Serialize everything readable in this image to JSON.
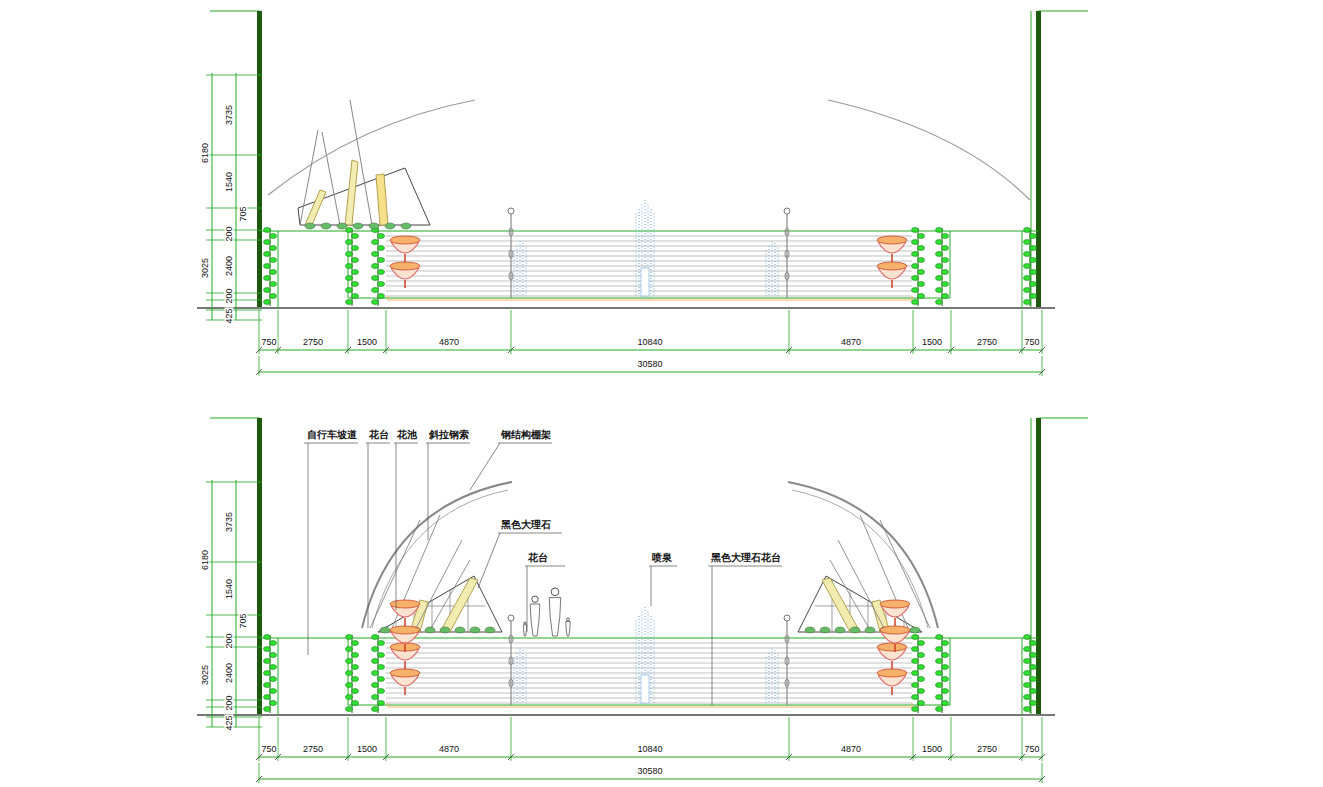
{
  "diagram": {
    "labels": [
      "6180",
      "3735",
      "1540",
      "705",
      "200",
      "3025",
      "2400",
      "200",
      "425",
      "750",
      "2750",
      "1500",
      "4870",
      "10840",
      "4870",
      "1500",
      "2750",
      "750",
      "30580",
      "自行车坡道",
      "花台",
      "花池",
      "斜拉钢索",
      "钢结构棚架",
      "黑色大理石",
      "花台",
      "喷泉",
      "黑色大理石花台",
      "6180",
      "3735",
      "1540",
      "705",
      "200",
      "3025",
      "2400",
      "200",
      "425",
      "750",
      "2750",
      "1500",
      "4870",
      "10840",
      "4870",
      "1500",
      "2750",
      "750",
      "30580"
    ]
  }
}
